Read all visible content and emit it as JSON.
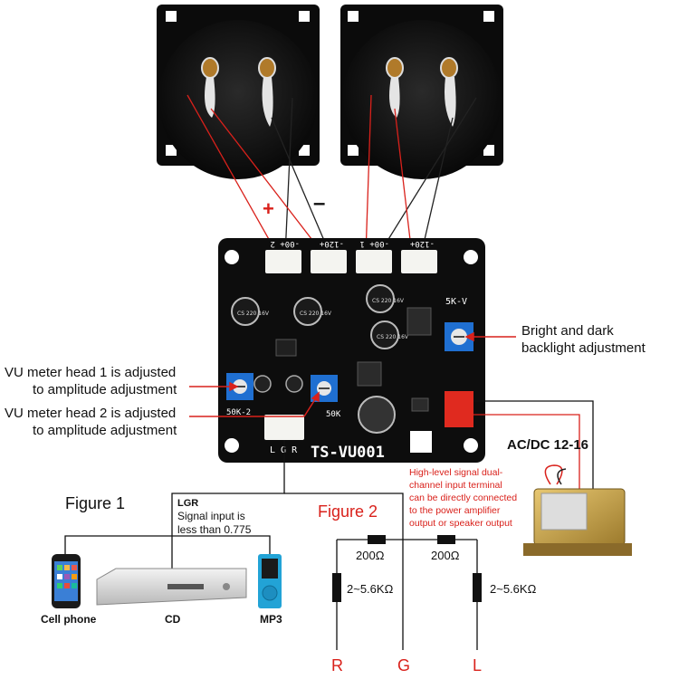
{
  "callouts": {
    "backlight_line1": "Bright and dark",
    "backlight_line2": "backlight adjustment",
    "head1_line1": "VU meter head 1 is adjusted",
    "head1_line2": "to amplitude adjustment",
    "head2_line1": "VU meter head 2 is adjusted",
    "head2_line2": "to amplitude adjustment",
    "power_label": "AC/DC 12-16",
    "highlevel_lines": [
      "High-level signal dual-",
      "channel input terminal",
      "can be directly connected",
      "to the power amplifier",
      "output or speaker output"
    ]
  },
  "polarity": {
    "plus": "+",
    "minus": "–"
  },
  "figure1": {
    "title": "Figure 1",
    "lgr": "LGR",
    "note_line1": "Signal input is",
    "note_line2": "less than 0.775",
    "devices": [
      "Cell phone",
      "CD",
      "MP3"
    ]
  },
  "figure2": {
    "title": "Figure 2",
    "res_series_left": "200Ω",
    "res_series_right": "200Ω",
    "res_shunt_left": "2~5.6KΩ",
    "res_shunt_right": "2~5.6KΩ",
    "terminals": [
      "R",
      "G",
      "L"
    ]
  },
  "board": {
    "name": "TS-VU001",
    "jp_labels": [
      "-00+ 2",
      "-120+",
      "-00+ 1",
      "-120+"
    ],
    "cap_labels": [
      "CS 220 16V",
      "CS 220 16V",
      "CS 220 16V",
      "CS 220 16V"
    ],
    "pot_label": "5K-V",
    "pot_label2": "50K-2",
    "pot_label3": "50K",
    "power_silk": "AC-DC12-16",
    "input_silk": "L G R"
  },
  "colors": {
    "wire_red": "#d9211b",
    "board": "#0d0d0d",
    "pot_blue": "#1f6fd1",
    "connector_red": "#e02a1f",
    "transformer": "#c8a24a"
  }
}
